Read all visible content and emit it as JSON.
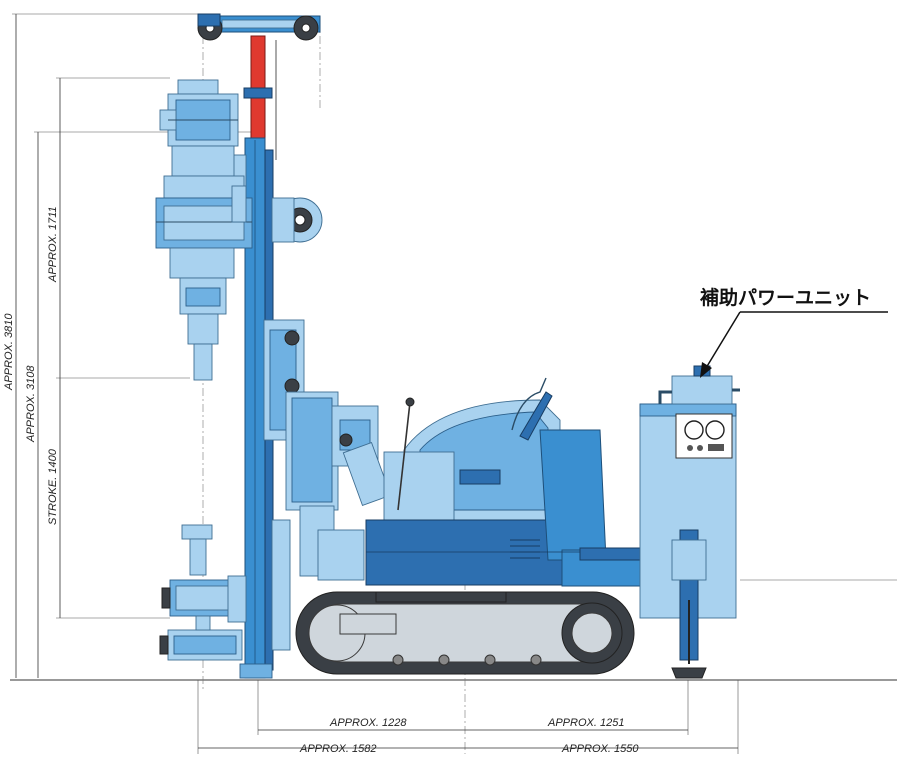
{
  "callout": {
    "label": "補助パワーユニット"
  },
  "dimensions": {
    "overall_height": "APPROX. 3810",
    "mast_height": "APPROX. 3108",
    "head_length": "APPROX. 1711",
    "stroke": "STROKE. 1400",
    "rear_upper": "APPROX. 1228",
    "rear_right_upper": "APPROX. 1251",
    "front_lower": "APPROX. 1582",
    "rear_right_lower": "APPROX. 1550"
  },
  "colors": {
    "mast_blue": "#3a8fd0",
    "light_blue": "#a9d2ef",
    "body_blue": "#2d6fb0",
    "cylinder_red": "#e0392f",
    "track_gray": "#cfd6dc"
  }
}
